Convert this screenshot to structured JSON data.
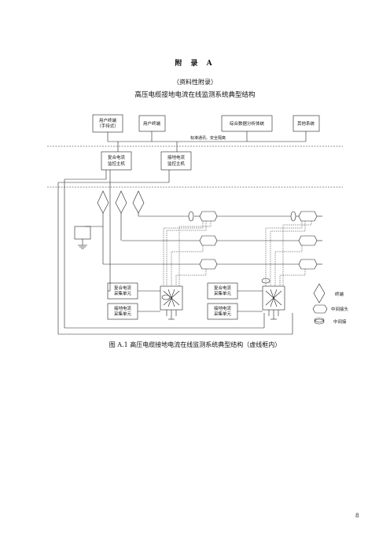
{
  "header": {
    "appendix": "附  录 A",
    "note": "（资料性附录）",
    "title": "高压电缆接地电流在线监测系统典型结构"
  },
  "diagram": {
    "top_boxes": [
      {
        "line1": "用户终端",
        "line2": "（手持式）"
      },
      {
        "line1": "用户终端",
        "line2": ""
      },
      {
        "line1": "综合数据分析体统",
        "line2": ""
      },
      {
        "line1": "其他系统",
        "line2": ""
      }
    ],
    "bus_label": "标准通讯、安全隔离",
    "host_boxes": [
      {
        "line1": "复合电流",
        "line2": "监控主机"
      },
      {
        "line1": "接地电流",
        "line2": "监控主机"
      }
    ],
    "unit_boxes": [
      {
        "line1": "复合电流",
        "line2": "采集单元"
      },
      {
        "line1": "接地电流",
        "line2": "采集单元"
      },
      {
        "line1": "复合电流",
        "line2": "采集单元"
      },
      {
        "line1": "接地电流",
        "line2": "采集单元"
      }
    ],
    "legend": [
      {
        "label": "终端"
      },
      {
        "label": "中间接头"
      },
      {
        "label": "中间接"
      }
    ]
  },
  "caption": "图 A.1   高压电缆接地电流在线监测系统典型结构（虚线框内）",
  "page_number": "8"
}
